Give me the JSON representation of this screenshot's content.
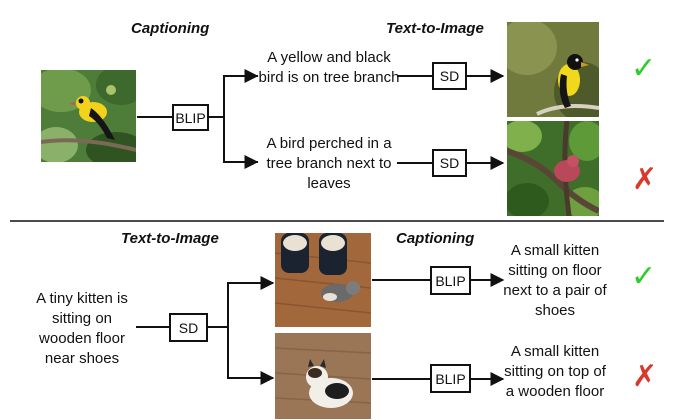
{
  "top": {
    "heading_left": "Captioning",
    "heading_right": "Text-to-Image",
    "model_box": "BLIP",
    "caption_1": "A yellow and black bird is on tree branch",
    "caption_2": "A bird perched in a tree branch next to leaves",
    "gen_box_1": "SD",
    "gen_box_2": "SD",
    "mark_1": "✓",
    "mark_2": "✗"
  },
  "bottom": {
    "heading_left": "Text-to-Image",
    "heading_right": "Captioning",
    "prompt": "A tiny kitten is sitting on wooden floor near shoes",
    "model_box": "SD",
    "gen_box_1": "BLIP",
    "gen_box_2": "BLIP",
    "caption_1": "A small kitten sitting on floor next to a pair of shoes",
    "caption_2": "A small kitten sitting on top of a wooden floor",
    "mark_1": "✓",
    "mark_2": "✗"
  },
  "colors": {
    "check": "#2ecc2e",
    "cross": "#d9382c"
  },
  "icons": {
    "check": "check-mark-icon",
    "cross": "cross-mark-icon"
  }
}
